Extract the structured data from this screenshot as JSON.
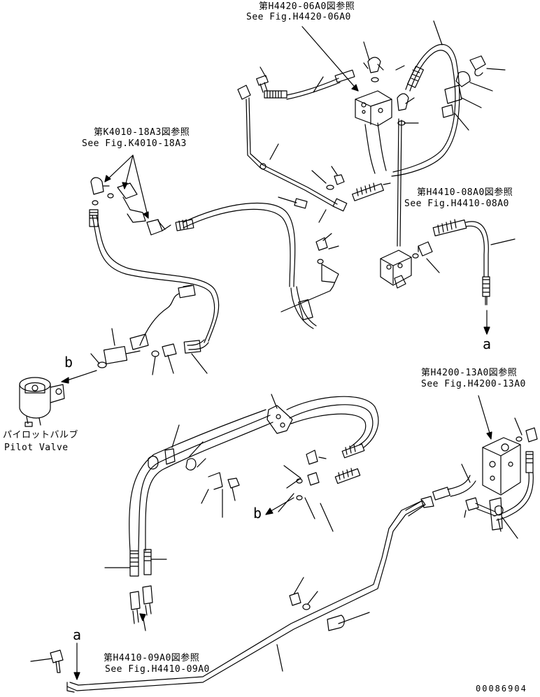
{
  "references": {
    "h4420": {
      "jp": "第H4420-06A0図参照",
      "en": "See Fig.H4420-06A0"
    },
    "k4010": {
      "jp": "第K4010-18A3図参照",
      "en": "See Fig.K4010-18A3"
    },
    "h4410_08": {
      "jp": "第H4410-08A0図参照",
      "en": "See Fig.H4410-08A0"
    },
    "h4200": {
      "jp": "第H4200-13A0図参照",
      "en": "See Fig.H4200-13A0"
    },
    "h4410_09": {
      "jp": "第H4410-09A0図参照",
      "en": "See Fig.H4410-09A0"
    }
  },
  "pilot_valve": {
    "jp": "パイロットバルブ",
    "en": "Pilot Valve"
  },
  "connection_markers": {
    "a_upper": "a",
    "a_lower": "a",
    "b_upper": "b",
    "b_lower": "b"
  },
  "drawing_number": "00086904"
}
